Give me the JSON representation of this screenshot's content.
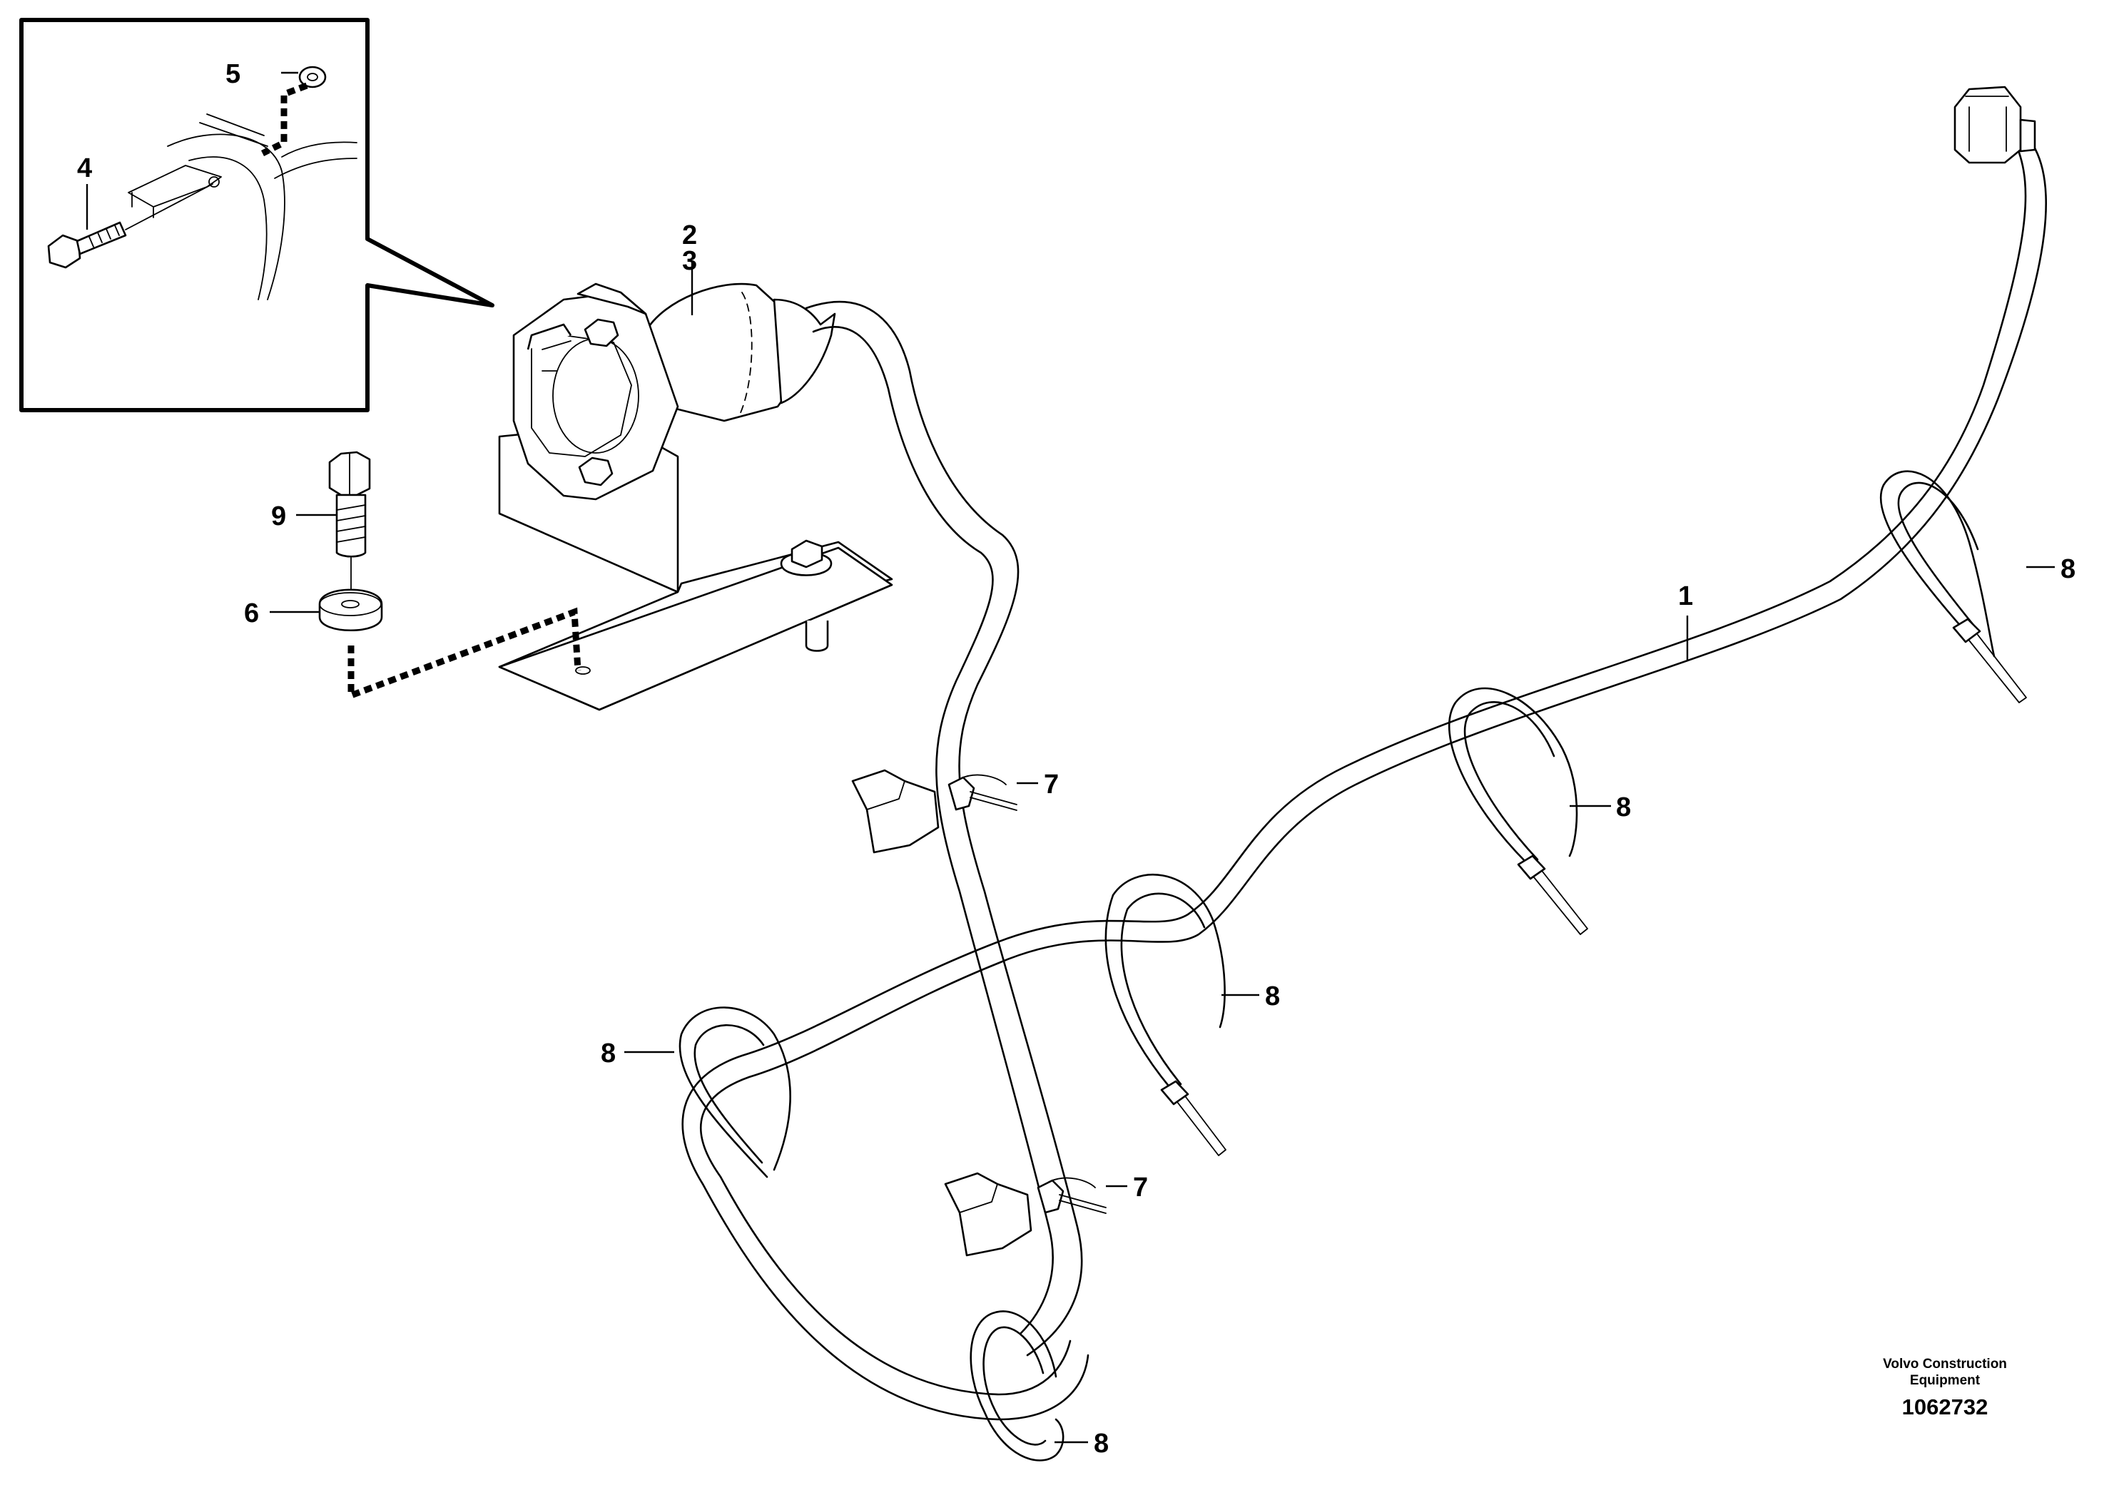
{
  "callouts": {
    "c1": "1",
    "c2": "2",
    "c3": "3",
    "c4": "4",
    "c5": "5",
    "c6": "6",
    "c7a": "7",
    "c7b": "7",
    "c8a": "8",
    "c8b": "8",
    "c8c": "8",
    "c8d": "8",
    "c8e": "8",
    "c9": "9"
  },
  "brand": {
    "line1": "Volvo Construction",
    "line2": "Equipment",
    "doc_number": "1062732"
  }
}
